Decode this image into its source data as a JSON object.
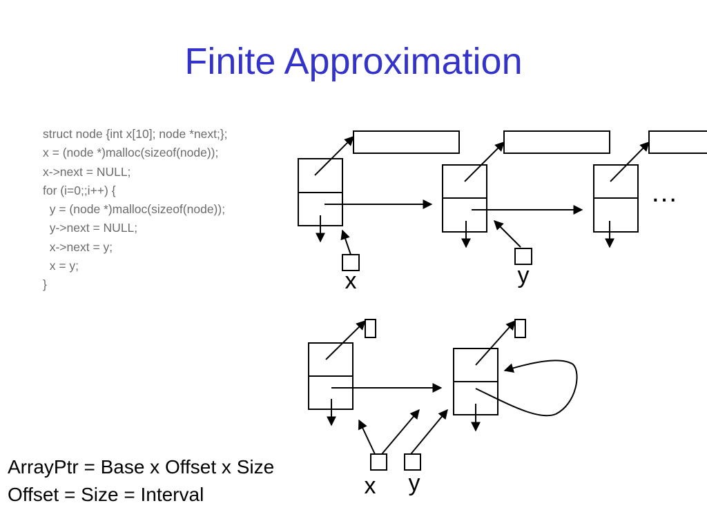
{
  "slide": {
    "title": "Finite Approximation"
  },
  "code": {
    "lines": [
      "struct node {int x[10]; node *next;};",
      "x = (node *)malloc(sizeof(node));",
      "x->next = NULL;",
      "for (i=0;;i++) {",
      "  y = (node *)malloc(sizeof(node));",
      "  y->next = NULL;",
      "  x->next = y;",
      "  x = y;",
      "}"
    ]
  },
  "formulas": {
    "line1": "ArrayPtr = Base x Offset x Size",
    "line2": "Offset = Size = Interval"
  },
  "diagram_top": {
    "var_x": "x",
    "var_y": "y",
    "ellipsis": "…"
  },
  "diagram_bottom": {
    "var_x": "x",
    "var_y": "y"
  },
  "colors": {
    "title": "#3333cc",
    "code": "#6b6b6b",
    "ink": "#000000"
  }
}
